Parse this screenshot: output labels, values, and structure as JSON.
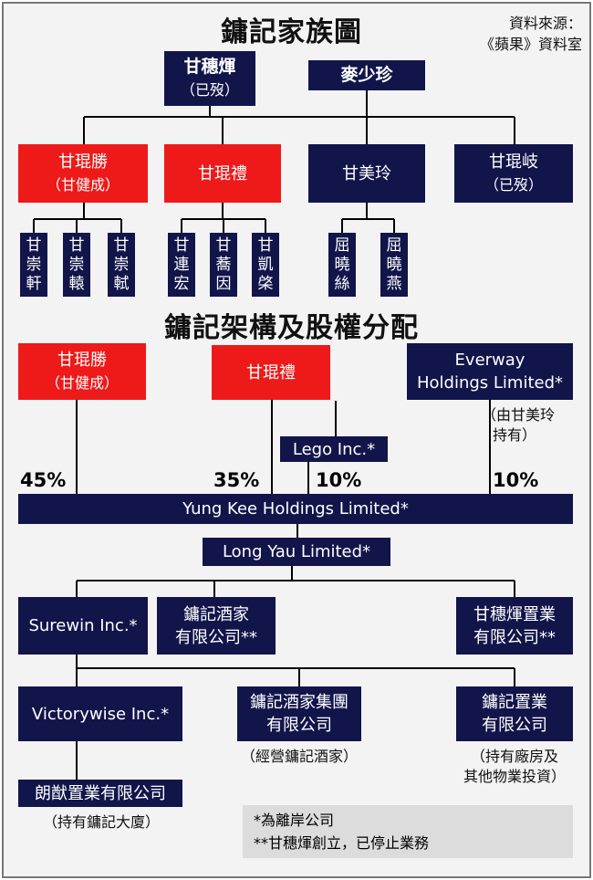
{
  "titles": {
    "family_tree": "鏞記家族圖",
    "structure": "鏞記架構及股權分配"
  },
  "source": {
    "line1": "資料來源：",
    "line2": "《蘋果》資料室"
  },
  "family": {
    "father": {
      "name": "甘穗煇",
      "note": "（已歿）"
    },
    "mother": {
      "name": "麥少珍"
    },
    "children": [
      {
        "name": "甘琨勝",
        "note": "（甘健成）"
      },
      {
        "name": "甘琨禮"
      },
      {
        "name": "甘美玲"
      },
      {
        "name": "甘琨岐",
        "note": "（已歿）"
      }
    ],
    "grandchildren": [
      "甘崇軒",
      "甘崇轅",
      "甘崇軾",
      "甘連宏",
      "甘蕎因",
      "甘凱棨",
      "屈曉絲",
      "屈曉燕"
    ]
  },
  "structure": {
    "shareholders": [
      {
        "name": "甘琨勝",
        "note": "（甘健成）",
        "pct": "45%"
      },
      {
        "name": "甘琨禮",
        "pct": "35%"
      },
      {
        "name": "Lego Inc.*",
        "pct": "10%"
      },
      {
        "name_l1": "Everway",
        "name_l2": "Holdings Limited*",
        "note_l1": "（由甘美玲",
        "note_l2": "持有）",
        "pct": "10%"
      }
    ],
    "holding": "Yung Kee Holdings Limited*",
    "long_yau": "Long Yau Limited*",
    "level3": {
      "surewin": "Surewin Inc.*",
      "restaurant_l1": "鏞記酒家",
      "restaurant_l2": "有限公司**",
      "property_l1": "甘穗煇置業",
      "property_l2": "有限公司**"
    },
    "level4": {
      "victorywise": "Victorywise Inc.*",
      "group_l1": "鏞記酒家集團",
      "group_l2": "有限公司",
      "group_note": "（經營鏞記酒家）",
      "estate_l1": "鏞記置業",
      "estate_l2": "有限公司",
      "estate_note_l1": "（持有廠房及",
      "estate_note_l2": "其他物業投資）"
    },
    "level5": {
      "name": "朗猷置業有限公司",
      "note": "（持有鏞記大廈）"
    }
  },
  "legend": {
    "line1": "*為離岸公司",
    "line2": "**甘穗煇創立，已停止業務"
  },
  "colors": {
    "navy": "#12154a",
    "red": "#ee1a1a",
    "line": "#000000",
    "background": "#f3f3f4"
  }
}
